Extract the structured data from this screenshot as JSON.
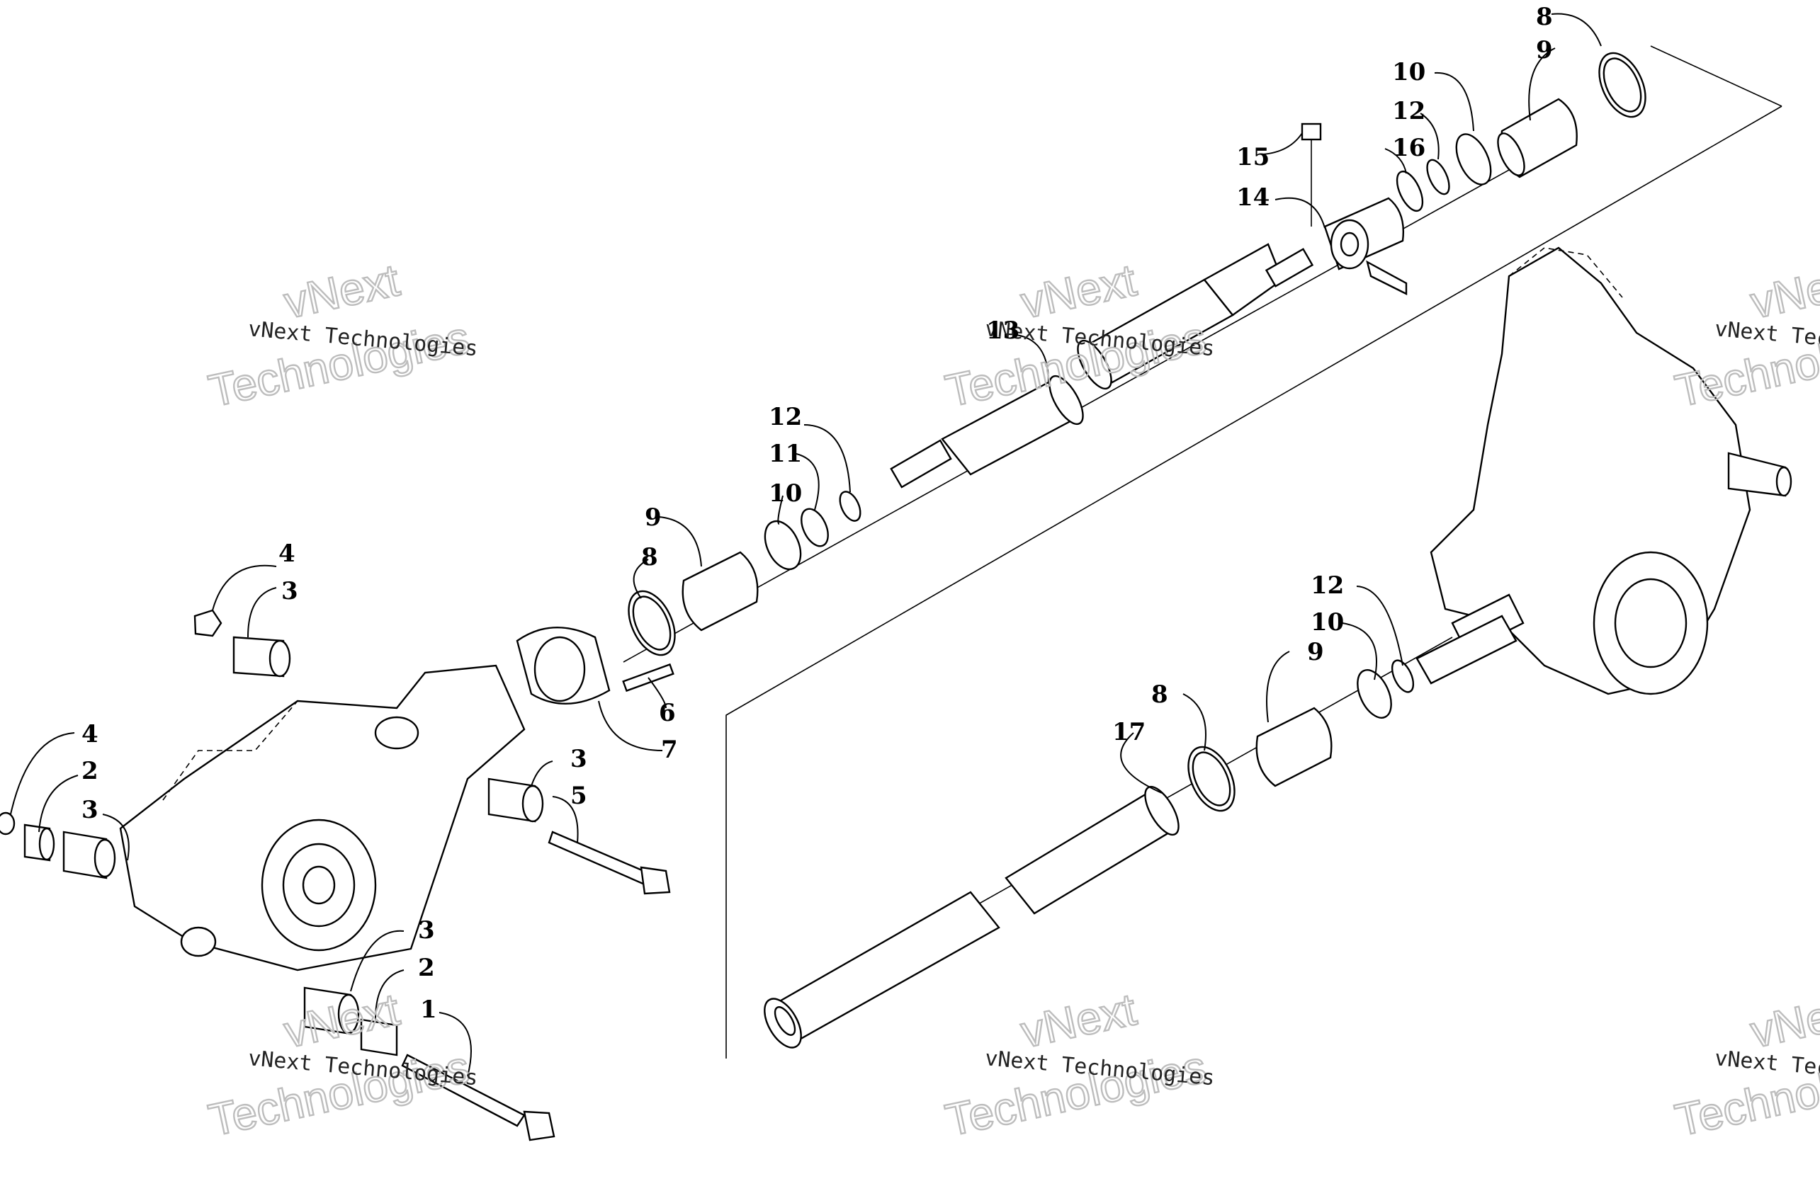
{
  "diagram": {
    "watermark": {
      "text_line": "vNext Technologies",
      "big_line_1": "vNext",
      "big_line_2": "Technologies"
    },
    "callouts": [
      {
        "id": "c-8-top",
        "label": "8"
      },
      {
        "id": "c-9-top",
        "label": "9"
      },
      {
        "id": "c-10-top",
        "label": "10"
      },
      {
        "id": "c-12-top",
        "label": "12"
      },
      {
        "id": "c-16",
        "label": "16"
      },
      {
        "id": "c-15",
        "label": "15"
      },
      {
        "id": "c-14",
        "label": "14"
      },
      {
        "id": "c-13",
        "label": "13"
      },
      {
        "id": "c-12-mid",
        "label": "12"
      },
      {
        "id": "c-11",
        "label": "11"
      },
      {
        "id": "c-10-mid",
        "label": "10"
      },
      {
        "id": "c-9-mid",
        "label": "9"
      },
      {
        "id": "c-8-mid",
        "label": "8"
      },
      {
        "id": "c-4-upper",
        "label": "4"
      },
      {
        "id": "c-3-upper",
        "label": "3"
      },
      {
        "id": "c-6",
        "label": "6"
      },
      {
        "id": "c-7",
        "label": "7"
      },
      {
        "id": "c-4-lower",
        "label": "4"
      },
      {
        "id": "c-2-left",
        "label": "2"
      },
      {
        "id": "c-3-left",
        "label": "3"
      },
      {
        "id": "c-3-right",
        "label": "3"
      },
      {
        "id": "c-5",
        "label": "5"
      },
      {
        "id": "c-3-bottom",
        "label": "3"
      },
      {
        "id": "c-2-bottom",
        "label": "2"
      },
      {
        "id": "c-1",
        "label": "1"
      },
      {
        "id": "c-12-low",
        "label": "12"
      },
      {
        "id": "c-10-low",
        "label": "10"
      },
      {
        "id": "c-9-low",
        "label": "9"
      },
      {
        "id": "c-8-low",
        "label": "8"
      },
      {
        "id": "c-17",
        "label": "17"
      }
    ]
  }
}
